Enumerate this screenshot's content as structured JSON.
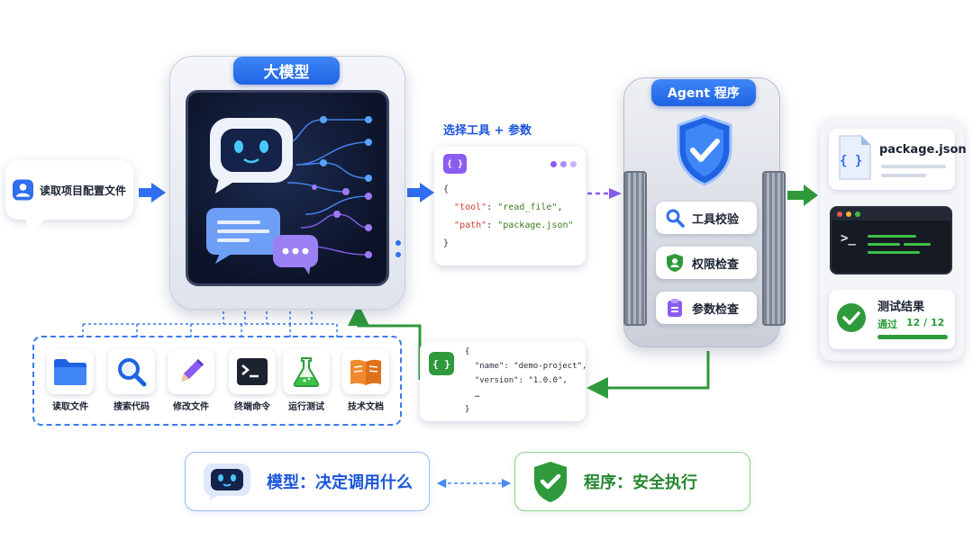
{
  "user_request": "读取项目配置文件",
  "model": {
    "title": "大模型"
  },
  "tool_call": {
    "label": "选择工具 + 参数",
    "badge": "{ }",
    "code_lines": [
      {
        "open": "{"
      },
      {
        "key": "\"tool\"",
        "sep": ": ",
        "value": "\"read_file\"",
        "end": ","
      },
      {
        "key": "\"path\"",
        "sep": ": ",
        "value": "\"package.json\"",
        "end": ""
      },
      {
        "open": "}"
      }
    ]
  },
  "agent": {
    "title": "Agent 程序",
    "checks": [
      {
        "label": "工具校验",
        "icon": "search-icon"
      },
      {
        "label": "权限检查",
        "icon": "user-shield-icon"
      },
      {
        "label": "参数检查",
        "icon": "clipboard-icon"
      }
    ]
  },
  "output": {
    "file_name": "package.json",
    "file_badge": "{ }",
    "terminal_prompt": ">_",
    "test_title": "测试结果",
    "test_pass": "通过",
    "test_count": "12 / 12",
    "test_progress": 1.0
  },
  "result": {
    "badge": "{ }",
    "code_text": "{\n  \"name\": \"demo-project\",\n  \"version\": \"1.0.0\",\n  …\n}"
  },
  "tools": [
    {
      "label": "读取文件",
      "icon": "folder-icon"
    },
    {
      "label": "搜索代码",
      "icon": "magnifier-icon"
    },
    {
      "label": "修改文件",
      "icon": "pencil-icon"
    },
    {
      "label": "终端命令",
      "icon": "terminal-icon"
    },
    {
      "label": "运行测试",
      "icon": "flask-icon"
    },
    {
      "label": "技术文档",
      "icon": "book-icon"
    }
  ],
  "summary": {
    "model_text": "模型：决定调用什么",
    "program_text": "程序：安全执行"
  },
  "colors": {
    "blue": "#1f63e3",
    "green": "#2f9a3c",
    "purple": "#8a5cf0"
  }
}
